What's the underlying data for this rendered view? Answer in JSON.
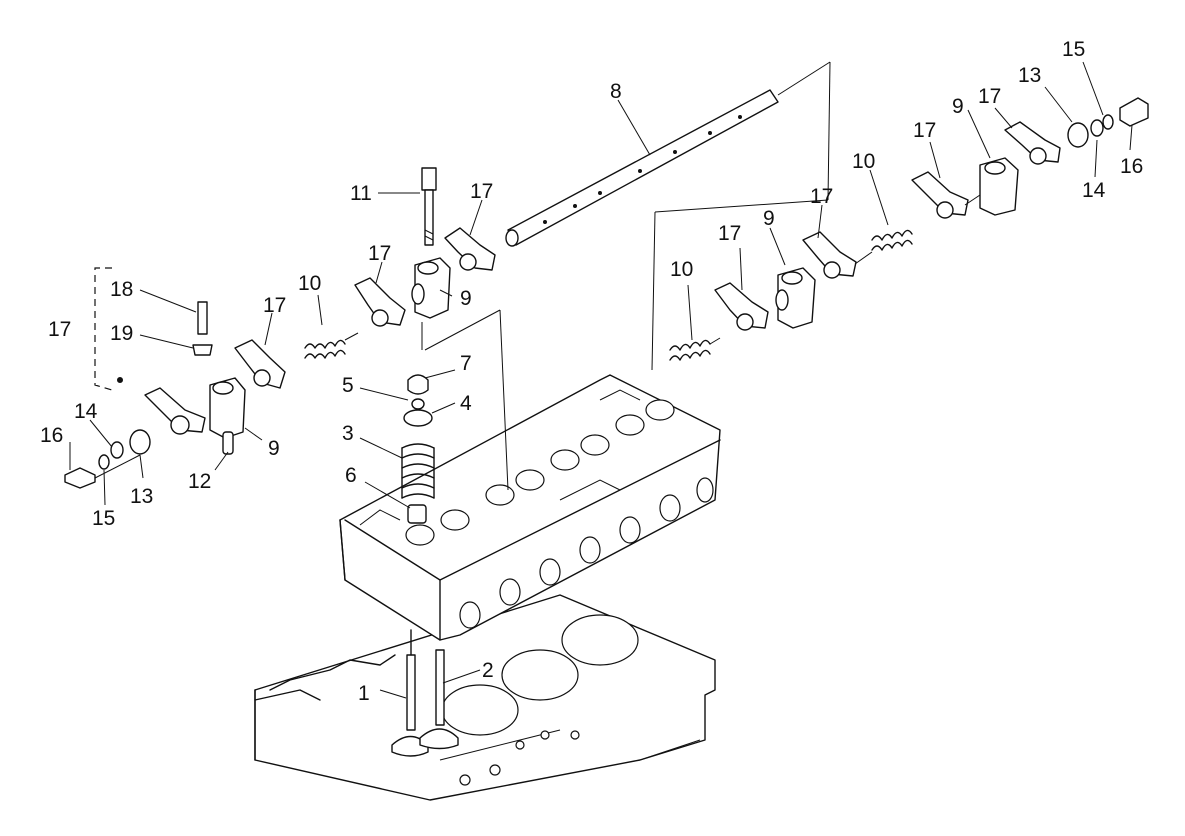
{
  "labels": {
    "p1": "1",
    "p2": "2",
    "p3": "3",
    "p4": "4",
    "p5": "5",
    "p6": "6",
    "p7": "7",
    "p8": "8",
    "p9a": "9",
    "p9b": "9",
    "p9c": "9",
    "p9d": "9",
    "p10a": "10",
    "p10b": "10",
    "p10c": "10",
    "p11": "11",
    "p12": "12",
    "p13a": "13",
    "p13b": "13",
    "p14a": "14",
    "p14b": "14",
    "p15a": "15",
    "p15b": "15",
    "p16a": "16",
    "p16b": "16",
    "p17a": "17",
    "p17b": "17",
    "p17c": "17",
    "p17d": "17",
    "p17e": "17",
    "p17f": "17",
    "p17g": "17",
    "p17h": "17",
    "p18": "18",
    "p19": "19"
  }
}
